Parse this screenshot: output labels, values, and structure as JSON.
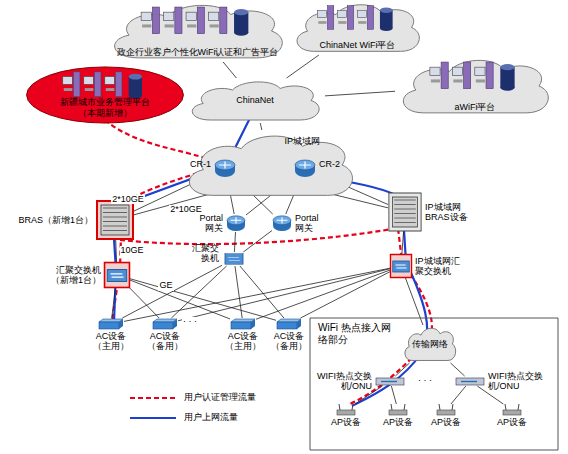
{
  "diagram": {
    "nodes": [
      {
        "text": [
          "政企行业客户个性化WiFi认证和广告平台"
        ]
      },
      {
        "text": [
          "ChinaNet WiFi平台"
        ]
      },
      {
        "text": [
          "新疆城市业务管理平台（本期新增）"
        ]
      },
      {
        "text": [
          "aWiFi平台"
        ]
      },
      {
        "text": [
          "ChinaNet"
        ]
      },
      {
        "text": [
          "IP城域网"
        ]
      },
      {
        "text": [
          "CR-1"
        ],
        "in": 5
      },
      {
        "text": [
          "CR-2"
        ],
        "in": 5
      },
      {
        "text": [
          "BRAS（新增1台）"
        ]
      },
      {
        "text": [
          "Portal 网关"
        ]
      },
      {
        "text": [
          "Portal 网关"
        ]
      },
      {
        "text": [
          "IP城域网BRAS设备"
        ]
      },
      {
        "text": [
          "汇聚交换机"
        ]
      },
      {
        "text": [
          "汇聚交换机（新增1台）"
        ]
      },
      {
        "text": [
          "IP城域网汇聚交换机"
        ]
      },
      {
        "text": [
          "AC设备（主用）"
        ]
      },
      {
        "text": [
          "AC设备（备用）"
        ]
      },
      {
        "text": [
          "AC设备（主用）"
        ]
      },
      {
        "text": [
          "AC设备（备用）"
        ]
      },
      {
        "text": [
          "WiFi 热点接入网络部分"
        ]
      },
      {
        "text": [
          "传输网络"
        ],
        "in": 19
      },
      {
        "text": [
          "WIFI热点交换机/ONU"
        ],
        "in": 19
      },
      {
        "text": [
          "WIFI热点交换机/ONU"
        ],
        "in": 19
      },
      {
        "text": [
          "AP设备"
        ],
        "in": 19
      },
      {
        "text": [
          "AP设备"
        ],
        "in": 19
      },
      {
        "text": [
          "AP设备"
        ],
        "in": 19
      },
      {
        "text": [
          "AP设备"
        ],
        "in": 19
      }
    ],
    "edges": [
      {
        "from": 0,
        "to": 4,
        "arrow": "none"
      },
      {
        "from": 1,
        "to": 4,
        "arrow": "none"
      },
      {
        "from": 2,
        "to": 4,
        "arrow": "none"
      },
      {
        "from": 3,
        "to": 4,
        "arrow": "none"
      },
      {
        "from": 4,
        "to": 5,
        "arrow": "none"
      },
      {
        "from": 6,
        "to": 7,
        "arrow": "none"
      },
      {
        "from": 8,
        "to": 6,
        "label": "2*10GE",
        "arrow": "none"
      },
      {
        "from": 8,
        "to": 7,
        "label": "2*10GE",
        "arrow": "none"
      },
      {
        "from": 9,
        "to": 6,
        "arrow": "none"
      },
      {
        "from": 9,
        "to": 7,
        "arrow": "none"
      },
      {
        "from": 10,
        "to": 6,
        "arrow": "none"
      },
      {
        "from": 10,
        "to": 7,
        "arrow": "none"
      },
      {
        "from": 11,
        "to": 6,
        "arrow": "none"
      },
      {
        "from": 11,
        "to": 7,
        "arrow": "none"
      },
      {
        "from": 8,
        "to": 13,
        "label": "10GE",
        "arrow": "none"
      },
      {
        "from": 12,
        "to": 9,
        "arrow": "none"
      },
      {
        "from": 12,
        "to": 10,
        "arrow": "none"
      },
      {
        "from": 11,
        "to": 14,
        "arrow": "none"
      },
      {
        "from": 13,
        "to": 15,
        "arrow": "none"
      },
      {
        "from": 13,
        "to": 16,
        "arrow": "none"
      },
      {
        "from": 13,
        "to": 17,
        "label": "GE",
        "arrow": "none"
      },
      {
        "from": 13,
        "to": 18,
        "arrow": "none"
      },
      {
        "from": 12,
        "to": 15,
        "arrow": "none"
      },
      {
        "from": 12,
        "to": 16,
        "arrow": "none"
      },
      {
        "from": 12,
        "to": 17,
        "arrow": "none"
      },
      {
        "from": 12,
        "to": 18,
        "arrow": "none"
      },
      {
        "from": 14,
        "to": 15,
        "arrow": "none"
      },
      {
        "from": 14,
        "to": 16,
        "arrow": "none"
      },
      {
        "from": 14,
        "to": 17,
        "arrow": "none"
      },
      {
        "from": 14,
        "to": 18,
        "arrow": "none"
      },
      {
        "from": 14,
        "to": 20,
        "arrow": "none"
      },
      {
        "from": 20,
        "to": 21,
        "arrow": "none"
      },
      {
        "from": 20,
        "to": 22,
        "arrow": "none"
      },
      {
        "from": 21,
        "to": 23,
        "arrow": "none"
      },
      {
        "from": 21,
        "to": 24,
        "arrow": "none"
      },
      {
        "from": 22,
        "to": 25,
        "arrow": "none"
      },
      {
        "from": 22,
        "to": 26,
        "arrow": "none"
      }
    ],
    "labels": [
      "· · ·",
      "· · ·"
    ],
    "legend": [
      {
        "text": "用户认证管理流量"
      },
      {
        "text": "用户上网流量"
      }
    ]
  }
}
